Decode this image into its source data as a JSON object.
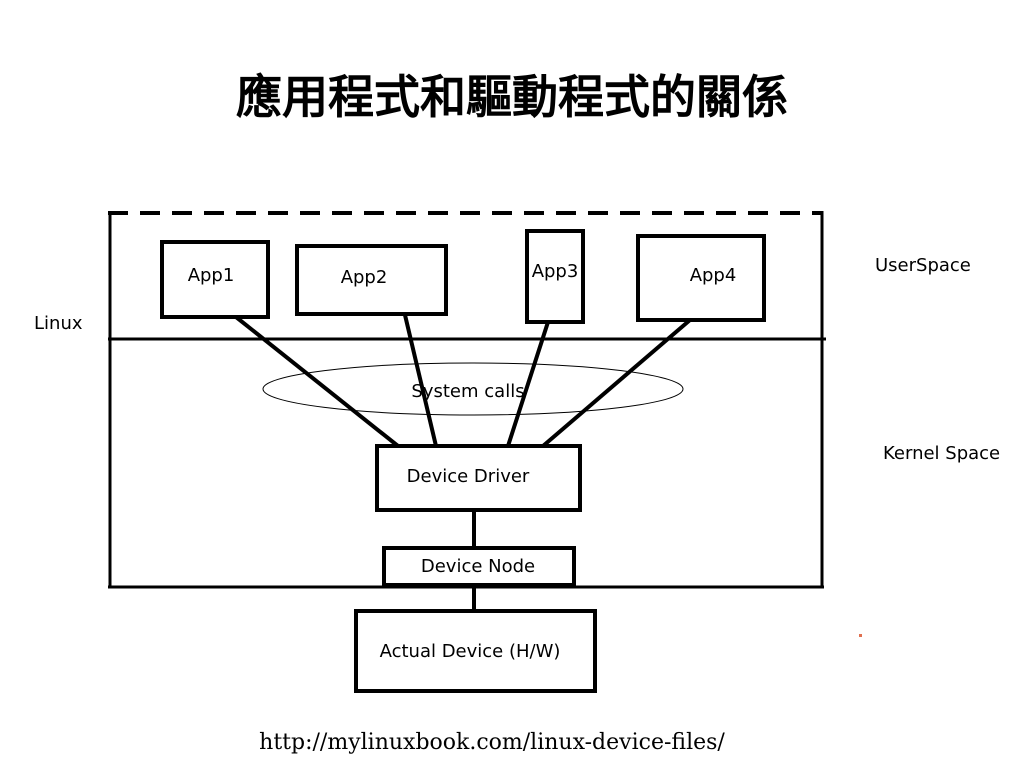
{
  "title": "應用程式和驅動程式的關係",
  "diagram": {
    "apps": [
      "App1",
      "App2",
      "App3",
      "App4"
    ],
    "system_calls": "System calls",
    "device_driver": "Device Driver",
    "device_node": "Device Node",
    "actual_device": "Actual Device (H/W)",
    "linux": "Linux",
    "user_space": "UserSpace",
    "kernel_space": "Kernel Space"
  },
  "footer": {
    "source_url": "http://mylinuxbook.com/linux-device-files/"
  },
  "colors": {
    "stroke": "#000000",
    "background": "#ffffff"
  }
}
